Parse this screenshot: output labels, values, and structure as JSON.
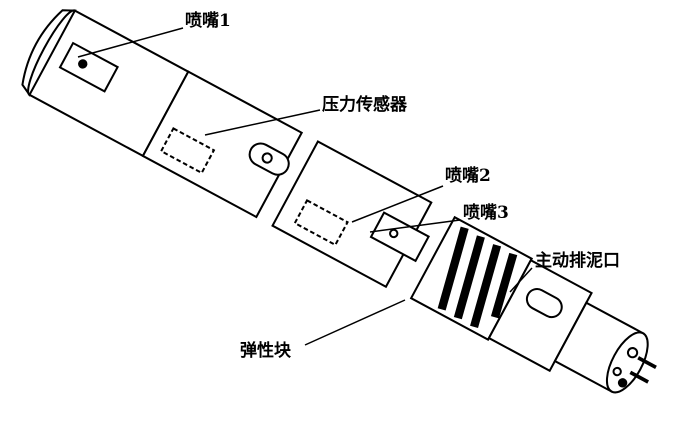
{
  "labels": {
    "nozzle1": "喷嘴1",
    "pressure_sensor": "压力传感器",
    "nozzle2": "喷嘴2",
    "nozzle3": "喷嘴3",
    "active_mud_outlet": "主动排泥口",
    "elastic_block": "弹性块"
  },
  "colors": {
    "line": "#000000",
    "background": "#ffffff"
  }
}
